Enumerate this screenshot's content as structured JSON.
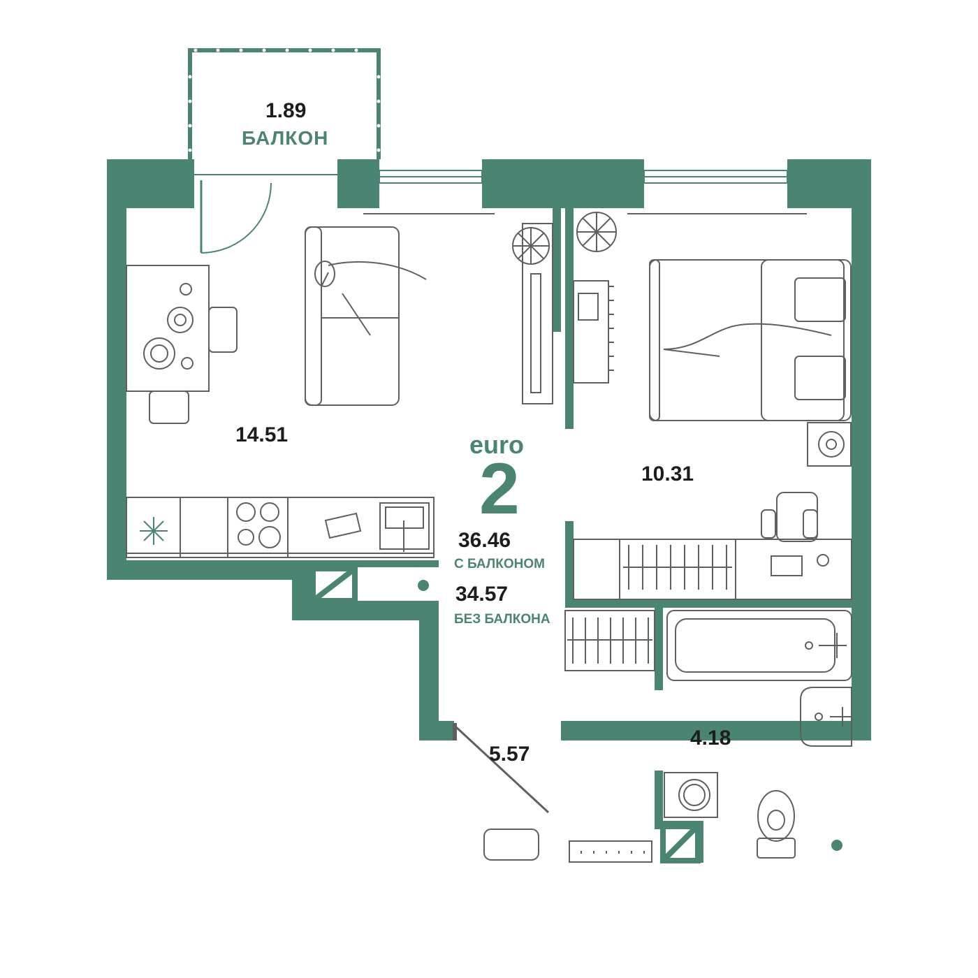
{
  "colors": {
    "wall": "#4a8473",
    "furniture": "#5f5f5f",
    "text": "#1d1d1b",
    "accent": "#4a8473"
  },
  "plan": {
    "type_prefix": "euro",
    "type_number": "2",
    "total_with_balcony": "36.46",
    "with_balcony_label": "С БАЛКОНОМ",
    "total_without_balcony": "34.57",
    "without_balcony_label": "БЕЗ БАЛКОНА"
  },
  "rooms": {
    "balcony_area": "1.89",
    "balcony_name": "БАЛКОН",
    "living_kitchen_area": "14.51",
    "bedroom_area": "10.31",
    "hallway_area": "5.57",
    "bathroom_area": "4.18"
  },
  "icons": [
    "snowflake-icon",
    "plant-icon",
    "stove-icon",
    "sink-icon",
    "bathtub-icon",
    "toilet-icon",
    "washing-machine-icon",
    "bed-icon",
    "sofa-icon",
    "dining-table-icon"
  ]
}
